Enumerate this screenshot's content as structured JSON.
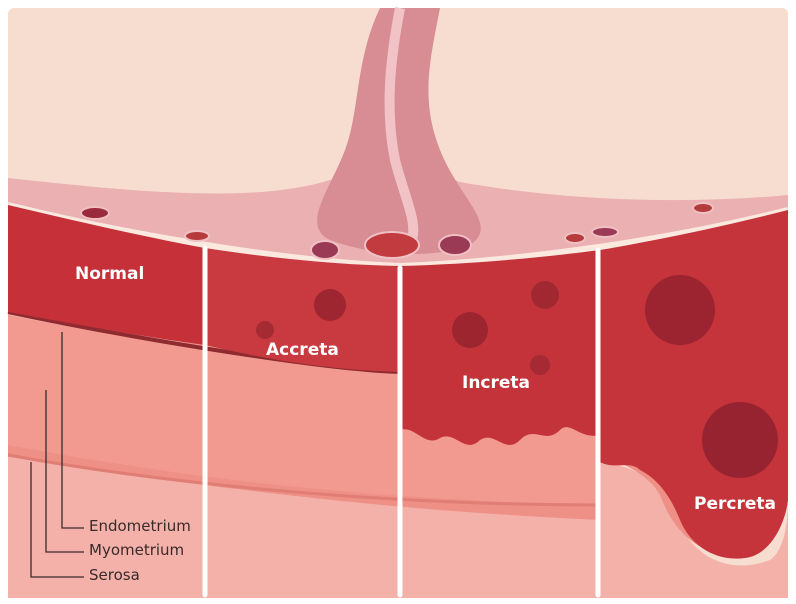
{
  "diagram": {
    "invasion_labels": {
      "normal": "Normal",
      "accreta": "Accreta",
      "increta": "Increta",
      "percreta": "Percreta"
    },
    "layer_labels": {
      "endometrium": "Endometrium",
      "myometrium": "Myometrium",
      "serosa": "Serosa"
    },
    "colors": {
      "background": "#f7ddd0",
      "placenta": "#e8a3a4",
      "decidua": "#c4303a",
      "myometrium": "#f0928a",
      "serosa": "#f5b3ad",
      "divider": "#ffffff"
    }
  }
}
